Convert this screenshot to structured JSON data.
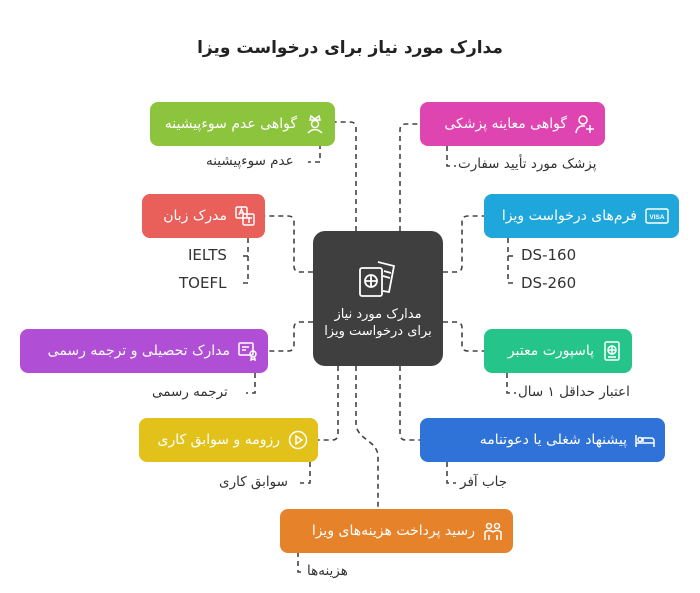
{
  "title": "مدارک مورد نیاز برای درخواست ویزا",
  "center": {
    "label": "مدارک مورد نیاز برای درخواست ویزا",
    "icon": "passport-ticket-icon"
  },
  "colors": {
    "green": "#8cc43d",
    "red": "#e95f5a",
    "purple": "#b04fd6",
    "yellow": "#e2c21a",
    "orange": "#e5822a",
    "pink": "#df45b0",
    "cyan": "#1fa7dc",
    "teal": "#25c48b",
    "blue": "#2f72d8",
    "center": "#3f3f3f",
    "connector": "#444444"
  },
  "nodes": {
    "no_criminal_record": {
      "label": "گواهی عدم سوءپیشینه",
      "icon": "crowned-person-icon",
      "sub": "عدم سوءپیشینه"
    },
    "language": {
      "label": "مدرک زبان",
      "icon": "translate-icon",
      "subs": [
        "IELTS",
        "TOEFL"
      ]
    },
    "education": {
      "label": "مدارک تحصیلی و ترجمه رسمی",
      "icon": "certificate-icon",
      "sub": "ترجمه رسمی"
    },
    "resume": {
      "label": "رزومه و سوابق کاری",
      "icon": "play-circle-icon",
      "sub": "سوابق کاری"
    },
    "fees": {
      "label": "رسید پرداخت هزینه‌های ویزا",
      "icon": "people-icon",
      "sub": "هزینه‌ها"
    },
    "medical": {
      "label": "گواهی معاینه پزشکی",
      "icon": "user-plus-icon",
      "sub": "پزشک مورد تأیید سفارت"
    },
    "forms": {
      "label": "فرم‌های درخواست ویزا",
      "icon": "visa-card-icon",
      "badge": "VISA",
      "subs": [
        "DS-160",
        "DS-260"
      ]
    },
    "passport": {
      "label": "پاسپورت معتبر",
      "icon": "passport-icon",
      "sub": "اعتبار حداقل ۱ سال"
    },
    "job_offer": {
      "label": "پیشنهاد شغلی یا دعوتنامه",
      "icon": "bed-icon",
      "sub": "جاب آفر"
    }
  }
}
